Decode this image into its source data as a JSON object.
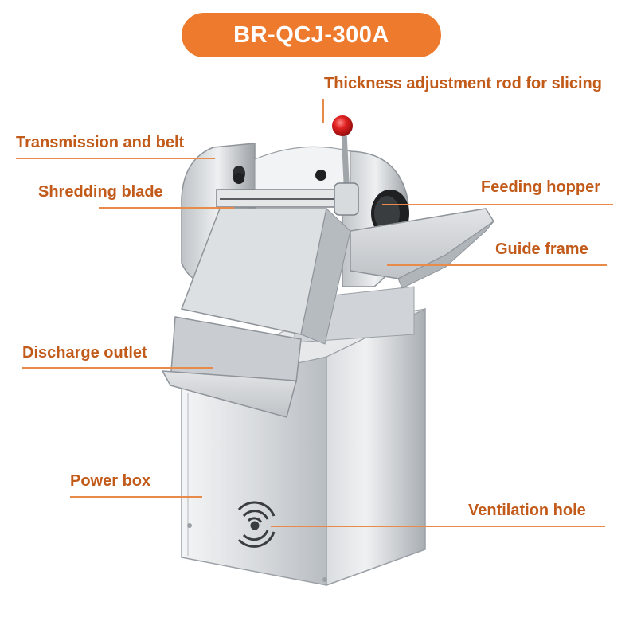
{
  "title": "BR-QCJ-300A",
  "colors": {
    "accent": "#EE7A2D",
    "label_text": "#C25A1A",
    "leader": "#E88A4A",
    "steel_light": "#ECEEF0",
    "steel_mid": "#C8CCD0",
    "steel_dark": "#8E949A",
    "knob": "#E02020"
  },
  "labels": {
    "thickness_rod": "Thickness adjustment rod for slicing",
    "transmission": "Transmission and belt",
    "shredding_blade": "Shredding blade",
    "feeding_hopper": "Feeding hopper",
    "guide_frame": "Guide frame",
    "discharge_outlet": "Discharge outlet",
    "power_box": "Power box",
    "ventilation_hole": "Ventilation hole"
  }
}
